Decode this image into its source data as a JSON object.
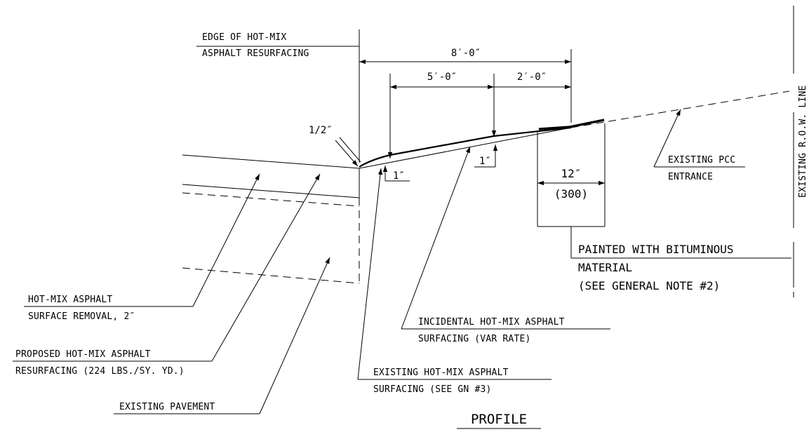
{
  "labels": {
    "edge_line1": "EDGE OF HOT-MIX",
    "edge_line2": "ASPHALT RESURFACING",
    "dim_8ft": "8′-0″",
    "dim_5ft": "5′-0″",
    "dim_2ft": "2′-0″",
    "dim_half": "1/2″",
    "dim_1in_left": "1″",
    "dim_1in_right": "1″",
    "dim_12in": "12″",
    "dim_300": "(300)",
    "row_line": "EXISTING R.O.W. LINE",
    "pcc_line1": "EXISTING PCC",
    "pcc_line2": "ENTRANCE",
    "painted_line1": "PAINTED WITH BITUMINOUS",
    "painted_line2": "MATERIAL",
    "painted_line3": "(SEE GENERAL NOTE #2)",
    "removal_line1": "HOT-MIX ASPHALT",
    "removal_line2": "SURFACE REMOVAL, 2″",
    "proposed_line1": "PROPOSED HOT-MIX ASPHALT",
    "proposed_line2": "RESURFACING (224 LBS./SY. YD.)",
    "existing_pavement": "EXISTING PAVEMENT",
    "incidental_line1": "INCIDENTAL HOT-MIX ASPHALT",
    "incidental_line2": "SURFACING (VAR RATE)",
    "existing_hma_line1": "EXISTING HOT-MIX ASPHALT",
    "existing_hma_line2": "SURFACING (SEE GN #3)",
    "title": "PROFILE"
  }
}
